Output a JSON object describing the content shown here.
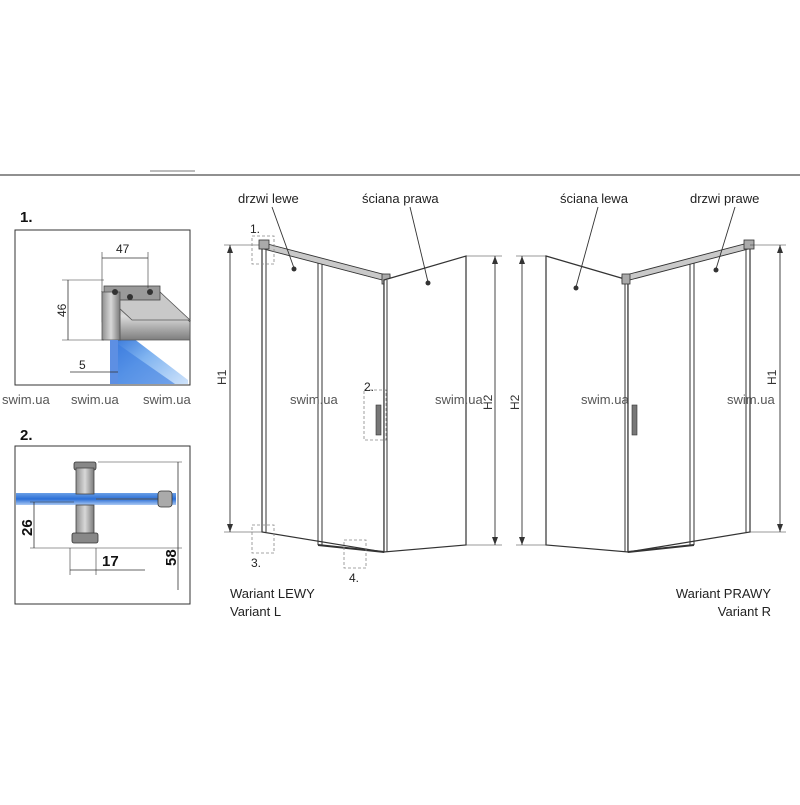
{
  "detail1": {
    "number": "1.",
    "dim_width": "47",
    "dim_height": "46",
    "dim_small": "5"
  },
  "detail2": {
    "number": "2.",
    "dim_height": "26",
    "dim_width": "17",
    "dim_total": "58"
  },
  "left_variant": {
    "label_door": "drzwi lewe",
    "label_wall": "ściana prawa",
    "callout_1": "1.",
    "callout_2": "2.",
    "callout_3": "3.",
    "callout_4": "4.",
    "dim_h1": "H1",
    "dim_h2": "H2",
    "title_pl": "Wariant LEWY",
    "title_en": "Variant L"
  },
  "right_variant": {
    "label_wall": "ściana lewa",
    "label_door": "drzwi prawe",
    "dim_h2": "H2",
    "dim_h1": "H1",
    "title_pl": "Wariant PRAWY",
    "title_en": "Variant R"
  },
  "watermark": {
    "text": "swim.ua",
    "positions_count": 7
  }
}
